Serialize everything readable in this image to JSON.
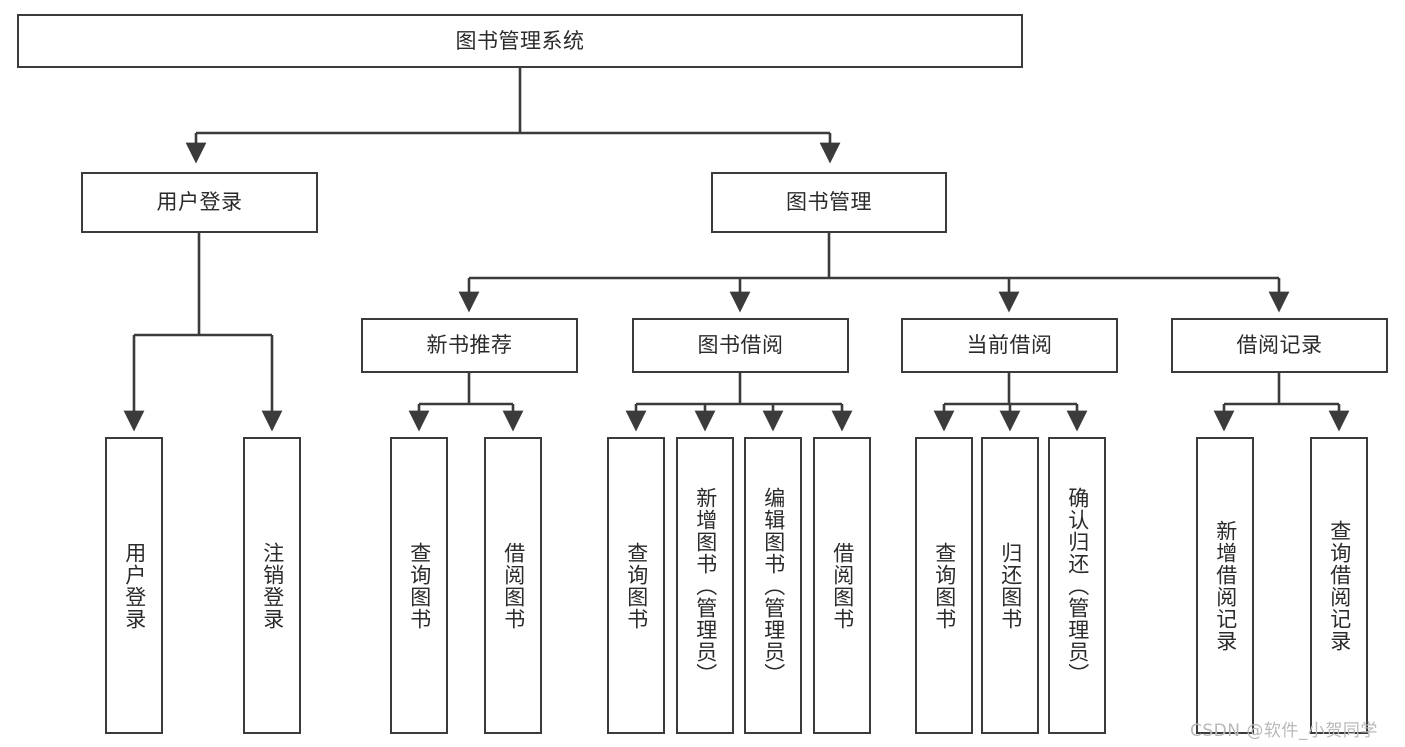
{
  "diagram": {
    "title_node": {
      "label": "图书管理系统"
    },
    "level2": [
      {
        "id": "user-login",
        "label": "用户登录"
      },
      {
        "id": "book-management",
        "label": "图书管理"
      }
    ],
    "level3": [
      {
        "id": "new-book-recommend",
        "label": "新书推荐"
      },
      {
        "id": "book-borrow",
        "label": "图书借阅"
      },
      {
        "id": "current-borrow",
        "label": "当前借阅"
      },
      {
        "id": "borrow-record",
        "label": "借阅记录"
      }
    ],
    "leaves": {
      "user_login": [
        {
          "id": "leaf-user-login",
          "label": "用户登录"
        },
        {
          "id": "leaf-logout-login",
          "label": "注销登录"
        }
      ],
      "new_book_recommend": [
        {
          "id": "leaf-query-book-1",
          "label": "查询图书"
        },
        {
          "id": "leaf-borrow-book-1",
          "label": "借阅图书"
        }
      ],
      "book_borrow": [
        {
          "id": "leaf-query-book-2",
          "label": "查询图书"
        },
        {
          "id": "leaf-add-book",
          "label": "新增图书（管理员）"
        },
        {
          "id": "leaf-edit-book",
          "label": "编辑图书（管理员）"
        },
        {
          "id": "leaf-borrow-book-2",
          "label": "借阅图书"
        }
      ],
      "current_borrow": [
        {
          "id": "leaf-query-book-3",
          "label": "查询图书"
        },
        {
          "id": "leaf-return-book",
          "label": "归还图书"
        },
        {
          "id": "leaf-confirm-return",
          "label": "确认归还（管理员）"
        }
      ],
      "borrow_record": [
        {
          "id": "leaf-add-borrow-record",
          "label": "新增借阅记录"
        },
        {
          "id": "leaf-query-borrow-record",
          "label": "查询借阅记录"
        }
      ]
    },
    "watermark": "CSDN @软件_小贺同学",
    "colors": {
      "stroke": "#3b3b3b",
      "fill": "#ffffff",
      "text": "#2b2b2b",
      "watermark": "#b9b9b9"
    }
  }
}
